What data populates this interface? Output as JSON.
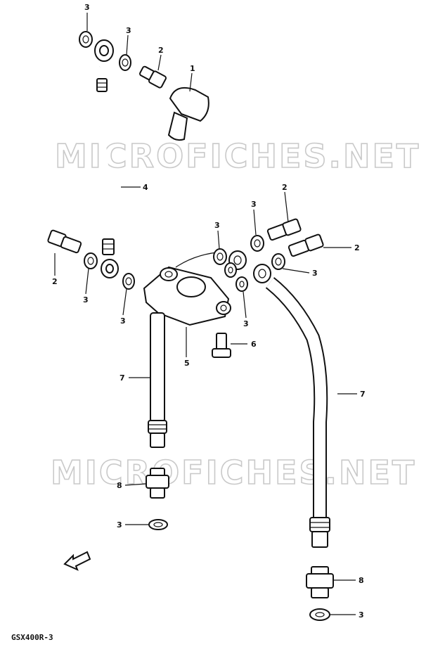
{
  "watermark": "MICROFICHES.NET",
  "model_code": "GSX400R-3",
  "callouts": {
    "c1": "1",
    "c2a": "2",
    "c2b": "2",
    "c2c": "2",
    "c2d": "2",
    "c3a": "3",
    "c3b": "3",
    "c3c": "3",
    "c3d": "3",
    "c3e": "3",
    "c3f": "3",
    "c3g": "3",
    "c3h": "3",
    "c3i": "3",
    "c3j": "3",
    "c4": "4",
    "c5": "5",
    "c6": "6",
    "c7a": "7",
    "c7b": "7",
    "c8a": "8",
    "c8b": "8"
  }
}
